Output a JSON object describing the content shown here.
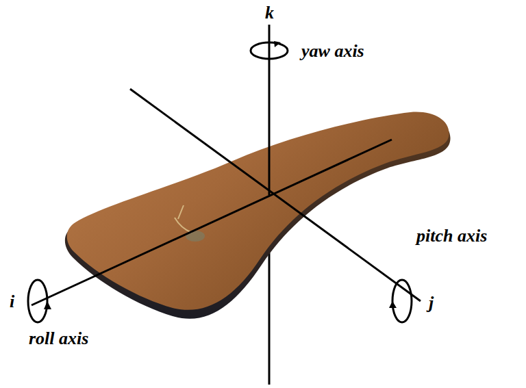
{
  "diagram": {
    "labels": [
      "k",
      "yaw axis",
      "pitch axis",
      "i",
      "j",
      "roll axis"
    ]
  }
}
